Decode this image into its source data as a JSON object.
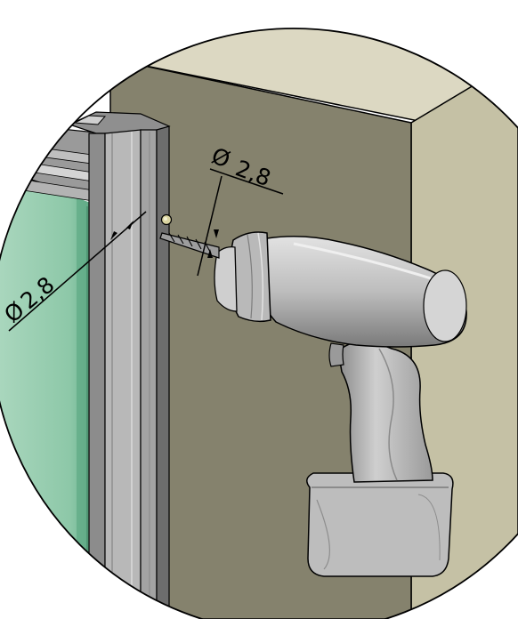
{
  "callouts": {
    "drill_bit_diameter": {
      "symbol": "Ø",
      "value": "2,8"
    },
    "frame_hole_diameter": {
      "symbol": "Ø",
      "value": "2,8"
    }
  },
  "colors": {
    "wall_face": "#85826d",
    "wall_side": "#c5c1a5",
    "wall_top": "#dcd8c2",
    "glass": "#9fcfb5",
    "glass_dark": "#5ea985",
    "profile": "#a9a9a9",
    "profile_dark": "#6d6d6d",
    "drill_body": "#c6c6c6",
    "drill_shadow": "#7e7e7e",
    "line": "#000000"
  },
  "icons": [
    "drill-icon",
    "screw-hole-icon",
    "diameter-symbol"
  ]
}
